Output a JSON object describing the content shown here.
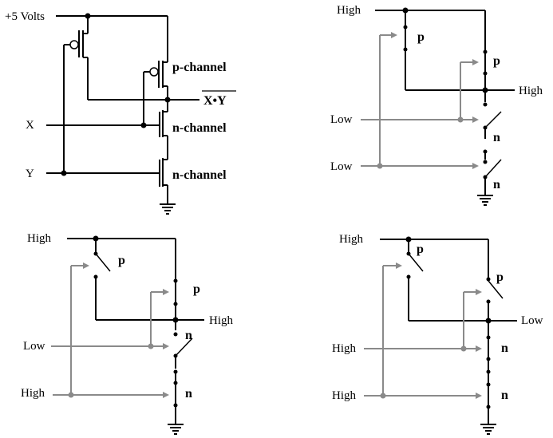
{
  "panel1": {
    "supply_label": "+5 Volts",
    "input_x": "X",
    "input_y": "Y",
    "p_channel_label": "p-channel",
    "output_label": "X•Y",
    "n_channel_label_1": "n-channel",
    "n_channel_label_2": "n-channel"
  },
  "panel2": {
    "top_label": "High",
    "output_label": "High",
    "input_1": "Low",
    "input_2": "Low",
    "p1": "p",
    "p2": "p",
    "n1": "n",
    "n2": "n"
  },
  "panel3": {
    "top_label": "High",
    "output_label": "High",
    "input_1": "Low",
    "input_2": "High",
    "p1": "p",
    "p2": "p",
    "n1": "n",
    "n2": "n"
  },
  "panel4": {
    "top_label": "High",
    "output_label": "Low",
    "input_1": "High",
    "input_2": "High",
    "p1": "p",
    "p2": "p",
    "n1": "n",
    "n2": "n"
  }
}
